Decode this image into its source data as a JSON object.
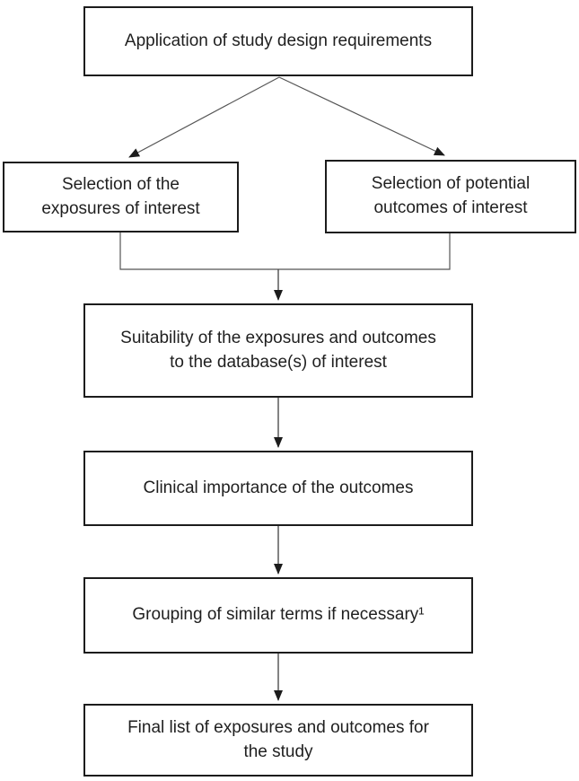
{
  "diagram": {
    "type": "flowchart",
    "background": "#ffffff",
    "colors": {
      "box_border": "#1c1c1c",
      "box_fill": "#ffffff",
      "text": "#1f1f1f",
      "connector_line": "#555555",
      "arrowhead": "#1c1c1c"
    },
    "nodes": [
      {
        "id": "application-of-study-design-requirements",
        "label": "Application of study design requirements"
      },
      {
        "id": "selection-of-exposures",
        "label": "Selection of the\nexposures of interest"
      },
      {
        "id": "selection-of-outcomes",
        "label": "Selection of potential\noutcomes of interest"
      },
      {
        "id": "suitability-to-databases",
        "label": "Suitability of the exposures and outcomes\nto the database(s) of interest"
      },
      {
        "id": "clinical-importance",
        "label": "Clinical importance of the outcomes"
      },
      {
        "id": "grouping-of-similar-terms",
        "label": "Grouping of similar terms if necessary¹"
      },
      {
        "id": "final-list",
        "label": "Final list of exposures and outcomes for\nthe study"
      }
    ],
    "edges": [
      {
        "from": "application-of-study-design-requirements",
        "to": "selection-of-exposures",
        "arrow": true
      },
      {
        "from": "application-of-study-design-requirements",
        "to": "selection-of-outcomes",
        "arrow": true
      },
      {
        "from": "selection-of-exposures",
        "to": "suitability-to-databases",
        "arrow": true,
        "note": "merges with selection-of-outcomes"
      },
      {
        "from": "selection-of-outcomes",
        "to": "suitability-to-databases",
        "arrow": true,
        "note": "merges with selection-of-exposures"
      },
      {
        "from": "suitability-to-databases",
        "to": "clinical-importance",
        "arrow": true
      },
      {
        "from": "clinical-importance",
        "to": "grouping-of-similar-terms",
        "arrow": true
      },
      {
        "from": "grouping-of-similar-terms",
        "to": "final-list",
        "arrow": true
      }
    ],
    "footnote_marker": "1"
  }
}
